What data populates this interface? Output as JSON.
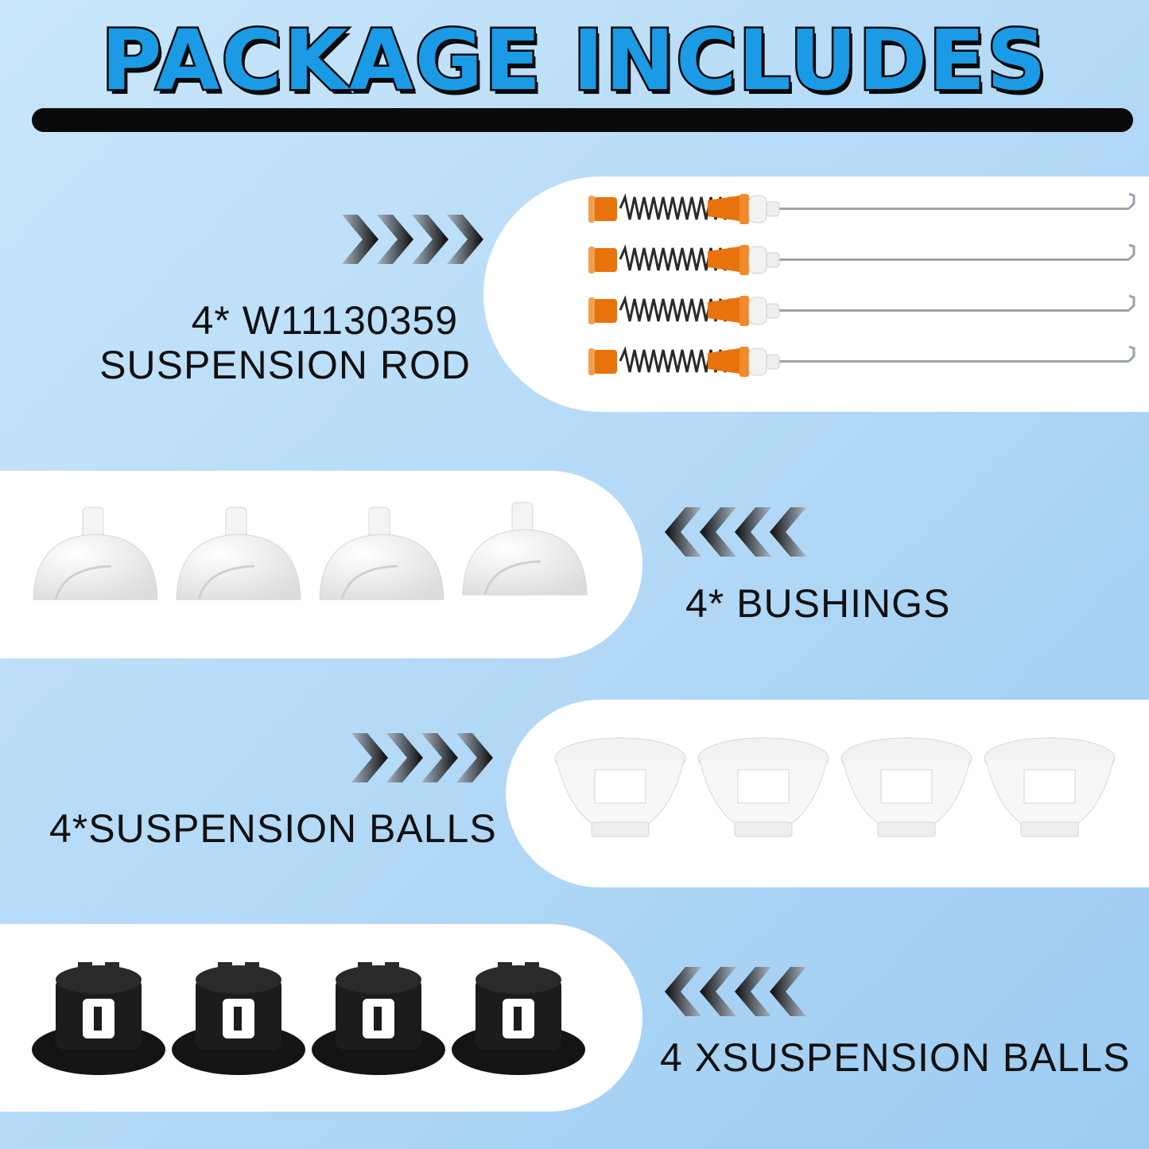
{
  "title": "PACKAGE INCLUDES",
  "items": [
    {
      "line1": "4* W11130359",
      "line2": "SUSPENSION ROD",
      "icon": "suspension-rod",
      "qty": 4
    },
    {
      "line1": "4* BUSHINGS",
      "icon": "bushing",
      "qty": 4
    },
    {
      "line1": "4*SUSPENSION BALLS",
      "icon": "suspension-ball-white",
      "qty": 4
    },
    {
      "line1": "4 XSUSPENSION BALLS",
      "icon": "suspension-ball-black",
      "qty": 4
    }
  ],
  "colors": {
    "title_fill": "#1b9be6",
    "title_outline": "#0a0a0a",
    "orange": "#e8720c",
    "background": "#b6dbf7"
  }
}
